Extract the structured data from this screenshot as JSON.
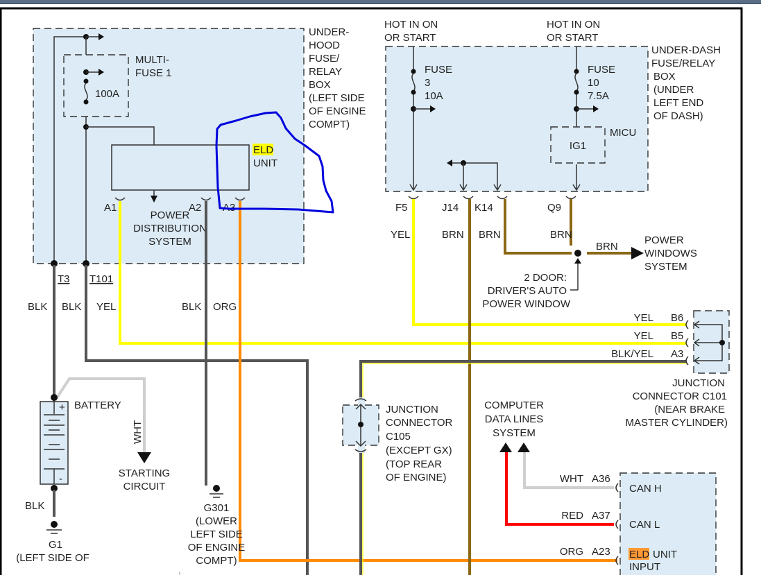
{
  "underhood_box": {
    "label_lines": [
      "UNDER-",
      "HOOD",
      "FUSE/",
      "RELAY",
      "BOX",
      "(LEFT SIDE",
      "OF ENGINE",
      "COMPT)"
    ],
    "multifuse_label_lines": [
      "MULTI-",
      "FUSE 1"
    ],
    "multifuse_rating": "100A",
    "eld_highlight": "ELD",
    "eld_unit": "UNIT",
    "pins": [
      "A1",
      "A2",
      "A3"
    ],
    "power_dist_lines": [
      "POWER",
      "DISTRIBUTION",
      "SYSTEM"
    ],
    "terminals": [
      "T3",
      "T101"
    ]
  },
  "hot_labels": {
    "left": [
      "HOT IN ON",
      "OR START"
    ],
    "right": [
      "HOT IN ON",
      "OR START"
    ]
  },
  "underdash_box": {
    "label_lines": [
      "UNDER-DASH",
      "FUSE/RELAY",
      "BOX",
      "(UNDER",
      "LEFT END",
      "OF DASH)"
    ],
    "fuse3": [
      "FUSE",
      "3",
      "10A"
    ],
    "fuse10": [
      "FUSE",
      "10",
      "7.5A"
    ],
    "micu": "MICU",
    "ig1": "IG1",
    "pins": [
      "F5",
      "J14",
      "K14",
      "Q9"
    ]
  },
  "wire_labels": {
    "f5": "YEL",
    "j14": "BRN",
    "k14": "BRN",
    "q9": "BRN",
    "pw": "BRN",
    "t3": "BLK",
    "t101": "BLK",
    "a1": "YEL",
    "a2": "BLK",
    "a3": "ORG",
    "battery_neg": "BLK",
    "starting": "WHT"
  },
  "power_windows": [
    "POWER",
    "WINDOWS",
    "SYSTEM"
  ],
  "two_door_note": [
    "2 DOOR:",
    "DRIVER'S AUTO",
    "POWER WINDOW"
  ],
  "junction_c101": {
    "rows": [
      {
        "wire": "YEL",
        "pin": "B6"
      },
      {
        "wire": "YEL",
        "pin": "B5"
      },
      {
        "wire": "BLK/YEL",
        "pin": "A3"
      }
    ],
    "label_lines": [
      "JUNCTION",
      "CONNECTOR C101",
      "(NEAR BRAKE",
      "MASTER CYLINDER)"
    ]
  },
  "junction_c105": {
    "label_lines": [
      "JUNCTION",
      "CONNECTOR",
      "C105",
      "(EXCEPT GX)",
      "(TOP REAR",
      "OF ENGINE)"
    ]
  },
  "battery": {
    "label": "BATTERY",
    "plus": "+",
    "minus": "-"
  },
  "starting_circuit": [
    "STARTING",
    "CIRCUIT"
  ],
  "g1": [
    "G1",
    "(LEFT SIDE OF"
  ],
  "g301": [
    "G301",
    "(LOWER",
    "LEFT SIDE",
    "OF ENGINE",
    "COMPT)"
  ],
  "computer_data": [
    "COMPUTER",
    "DATA LINES",
    "SYSTEM"
  ],
  "eld_input_box": {
    "rows": [
      {
        "wire": "WHT",
        "pin": "A36",
        "signal": "CAN H"
      },
      {
        "wire": "RED",
        "pin": "A37",
        "signal": "CAN L"
      },
      {
        "wire": "ORG",
        "pin": "A23",
        "signal": "UNIT"
      }
    ],
    "eld_highlight": "ELD",
    "input_partial": "INPUT"
  },
  "colors": {
    "blk": "#555555",
    "yel": "#ffff00",
    "org": "#ff8a00",
    "brn": "#8b6914",
    "wht": "#cfcfcf",
    "red": "#ff0000",
    "annotation": "#0000dd",
    "box_fill": "#dcebf5"
  }
}
